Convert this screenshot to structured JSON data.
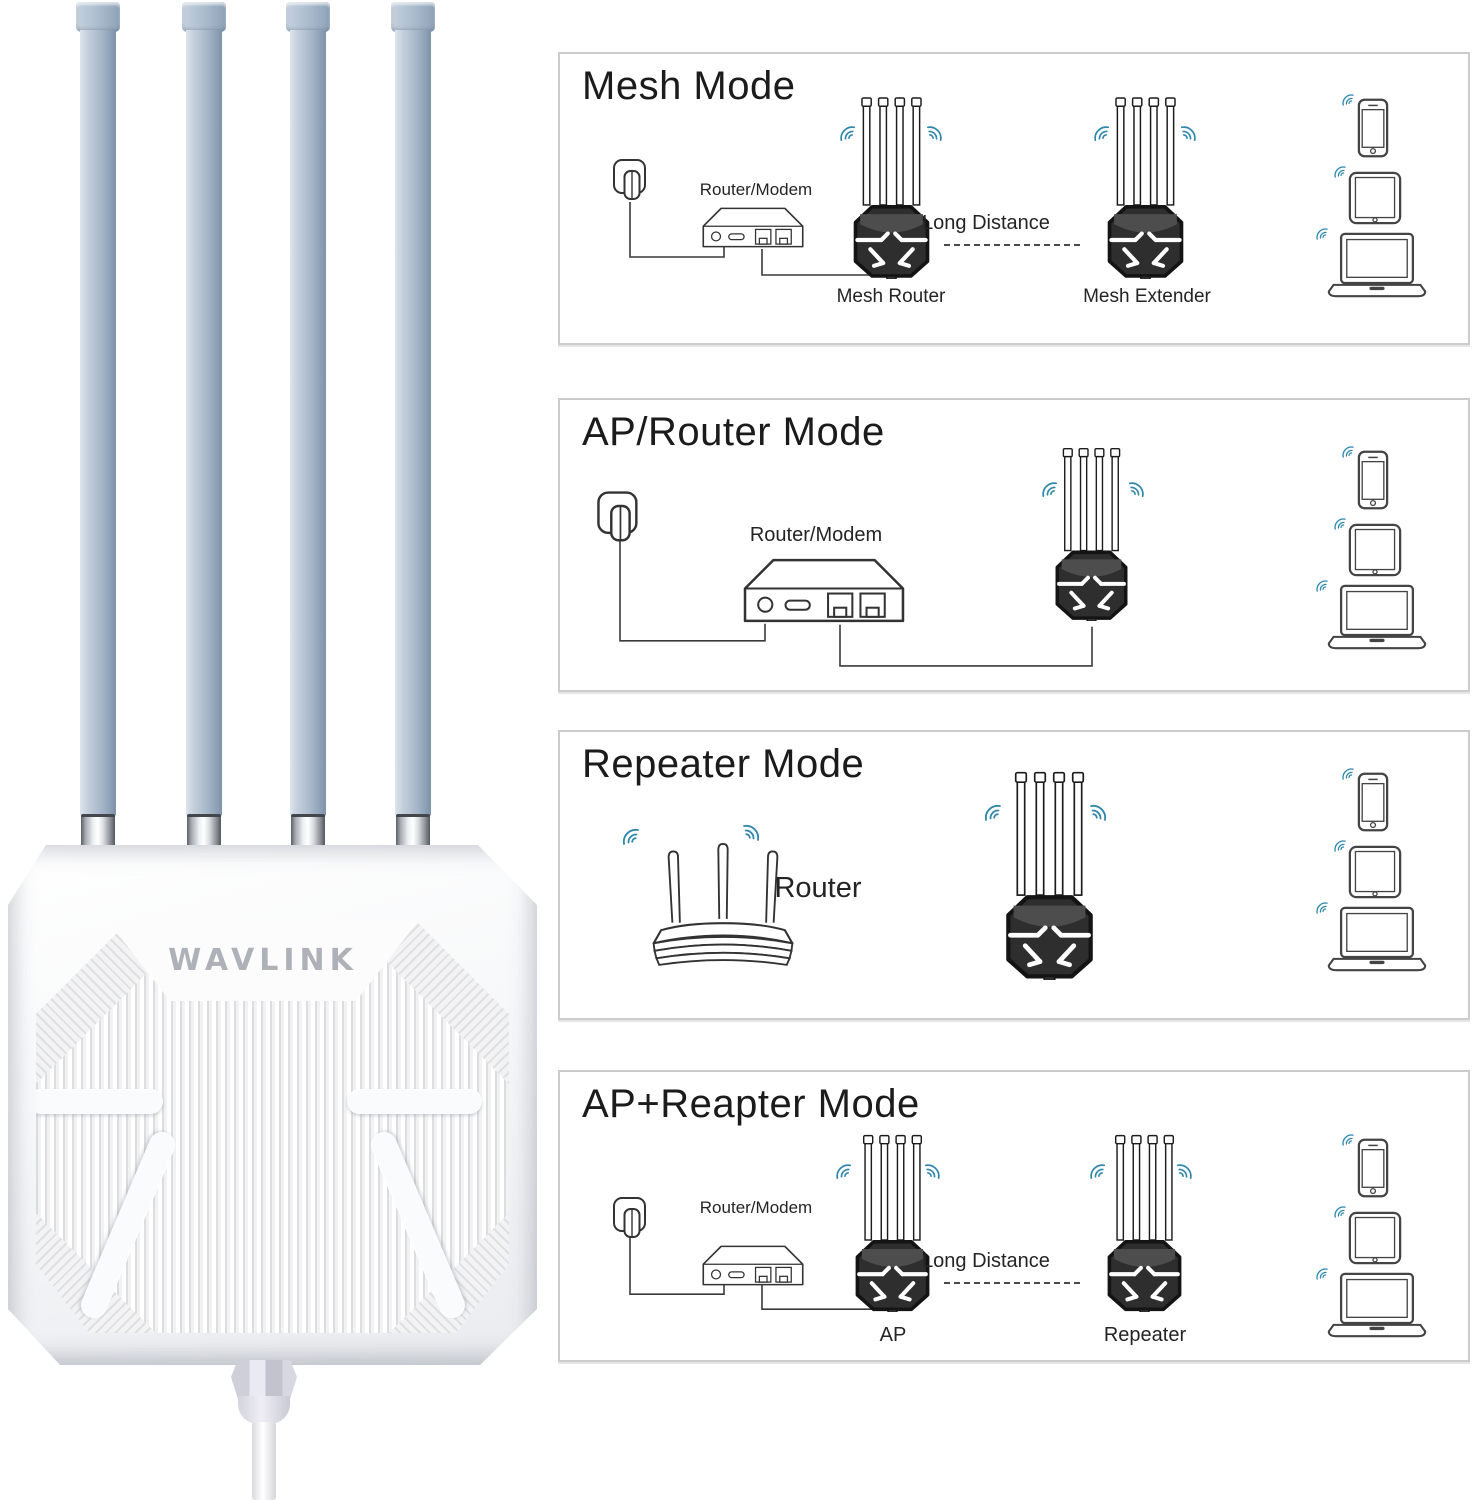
{
  "product": {
    "brand": "WAVLINK",
    "antenna_count": 4
  },
  "panels": [
    {
      "title": "Mesh Mode",
      "labels": {
        "modem": "Router/Modem",
        "distance": "Long Distance",
        "device_left": "Mesh Router",
        "device_right": "Mesh Extender"
      }
    },
    {
      "title": "AP/Router Mode",
      "labels": {
        "modem": "Router/Modem"
      }
    },
    {
      "title": "Repeater Mode",
      "labels": {
        "router": "Router"
      }
    },
    {
      "title": "AP+Reapter Mode",
      "labels": {
        "modem": "Router/Modem",
        "distance": "Long Distance",
        "device_left": "AP",
        "device_right": "Repeater"
      }
    }
  ],
  "icons": {
    "wifi-signal-icon": "triple concentric arcs",
    "power-plug-icon": "wall plug outline",
    "router-modem-icon": "isometric modem box with power, usb and two rj45 ports",
    "home-router-icon": "three-antenna desktop router outline",
    "outdoor-device-icon": "black four-antenna outdoor unit",
    "smartphone-icon": "phone outline",
    "tablet-icon": "tablet outline",
    "laptop-icon": "laptop outline"
  },
  "colors": {
    "background": "#ffffff",
    "panel_border": "#cbcccd",
    "diagram_line": "#3a3a3a",
    "text": "#222222",
    "wifi_arc": "#2f87ac",
    "device_body_black": "#2e2e2e",
    "antenna_blue_gray": "#a9b9ca",
    "brand_logo_gray": "#aeb2b8"
  }
}
